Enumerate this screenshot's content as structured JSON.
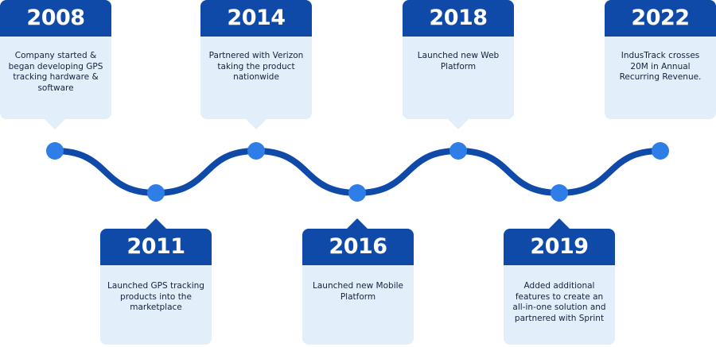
{
  "timeline": {
    "line_color": "#0f4aa9",
    "node_color": "#2f7de6",
    "card_header_color": "#0f4aa9",
    "card_body_color": "#e2effa",
    "events": [
      {
        "year": "2008",
        "text": "Company started & began developing GPS tracking hardware & software"
      },
      {
        "year": "2011",
        "text": "Launched GPS tracking products into the marketplace"
      },
      {
        "year": "2014",
        "text": "Partnered with Verizon taking the product nationwide"
      },
      {
        "year": "2016",
        "text": "Launched new Mobile Platform"
      },
      {
        "year": "2018",
        "text": "Launched new Web Platform"
      },
      {
        "year": "2019",
        "text": "Added additional features to create an all-in-one solution and partnered with Sprint"
      },
      {
        "year": "2022",
        "text": "IndusTrack crosses 20M in Annual Recurring Revenue."
      }
    ]
  }
}
